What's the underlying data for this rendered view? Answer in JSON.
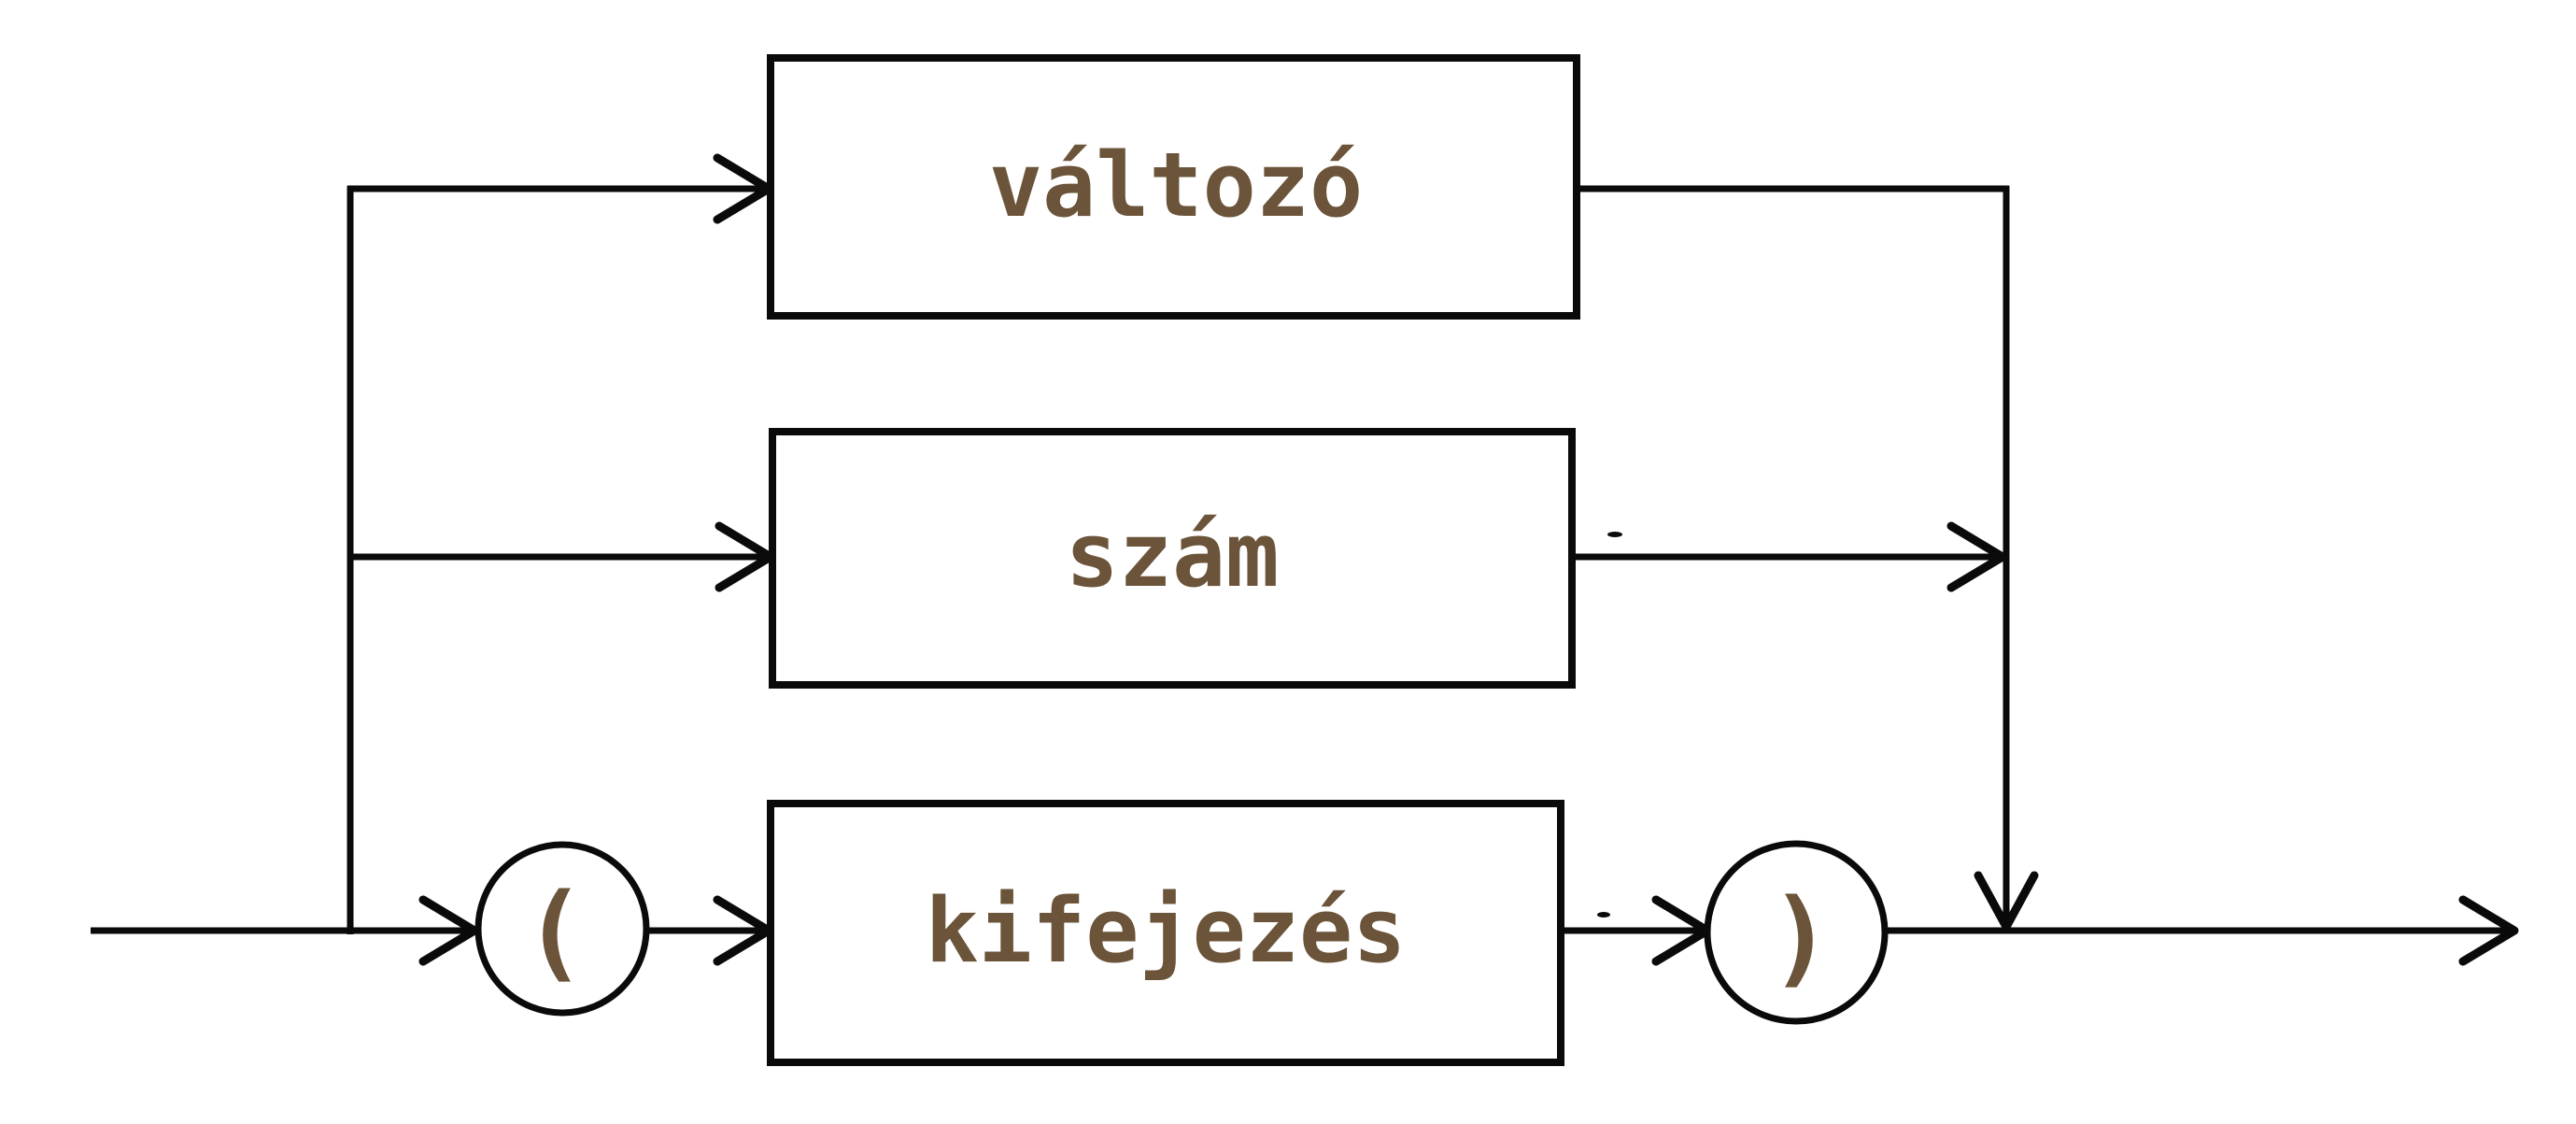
{
  "diagram": {
    "kind": "syntax-railroad-diagram",
    "nodes": {
      "variable": {
        "label": "változó",
        "shape": "rectangle",
        "row": "top"
      },
      "number": {
        "label": "szám",
        "shape": "rectangle",
        "row": "middle"
      },
      "open_paren": {
        "label": "(",
        "shape": "circle",
        "row": "bottom"
      },
      "expression": {
        "label": "kifejezés",
        "shape": "rectangle",
        "row": "bottom"
      },
      "close_paren": {
        "label": ")",
        "shape": "circle",
        "row": "bottom"
      }
    },
    "colors": {
      "line": "#0a0a0a",
      "label_text": "#6b5439",
      "background": "#ffffff"
    }
  }
}
